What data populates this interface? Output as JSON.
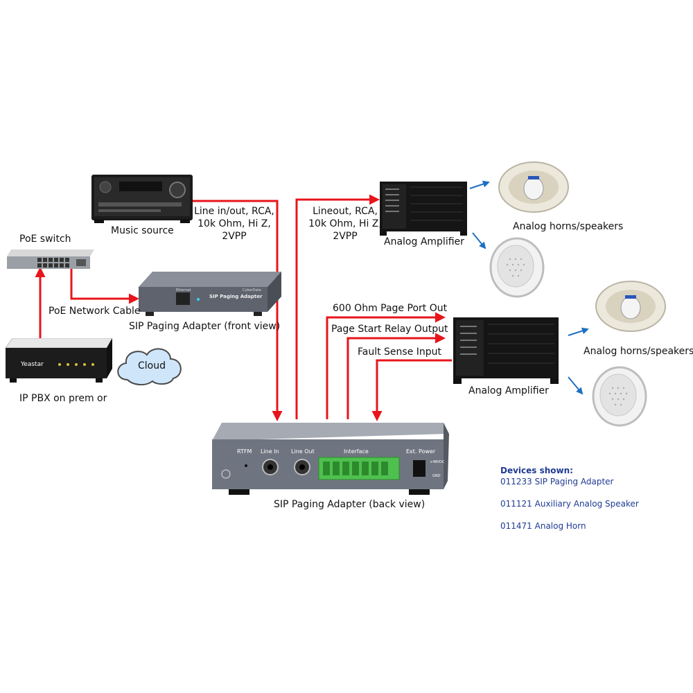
{
  "labels": {
    "music_source": "Music source",
    "line_inout": [
      "Line in/out, RCA,",
      "10k Ohm, Hi Z,",
      "2VPP"
    ],
    "lineout": [
      "Lineout, RCA,",
      "10k Ohm, Hi Z,",
      "2VPP"
    ],
    "amp1": "Analog Amplifier",
    "amp2": "Analog Amplifier",
    "horns1": "Analog horns/speakers",
    "horns2": "Analog horns/speakers",
    "poe_switch": "PoE switch",
    "poe_cable": "PoE Network Cable",
    "sip_front": "SIP Paging Adapter (front view)",
    "cloud": "Cloud",
    "ip_pbx": "IP PBX on prem or",
    "page_port": "600 Ohm Page Port Out",
    "relay_out": "Page Start Relay Output",
    "fault_sense": "Fault Sense Input",
    "sip_back": "SIP Paging Adapter (back view)"
  },
  "device_text": {
    "front_panel_title": "SIP Paging Adapter",
    "front_ethernet": "Ethernet",
    "front_brand": "CyberData",
    "back_rtfm": "RTFM",
    "back_line_in": "Line In",
    "back_line_out": "Line Out",
    "back_interface": "Interface",
    "back_ext_power": "Ext. Power",
    "back_48v": "+48VDC",
    "back_gnd": "GND",
    "pbx_brand": "Yeastar"
  },
  "devices_shown": {
    "heading": "Devices shown:",
    "items": [
      "011233 SIP Paging Adapter",
      "011121 Auxiliary Analog Speaker",
      "011471 Analog Horn"
    ]
  },
  "colors": {
    "wire": "#e8141b",
    "blue_arrow": "#1e6fc2",
    "device_dark": "#222222",
    "device_grey": "#6b7280",
    "terminal_green": "#4fc04f"
  }
}
